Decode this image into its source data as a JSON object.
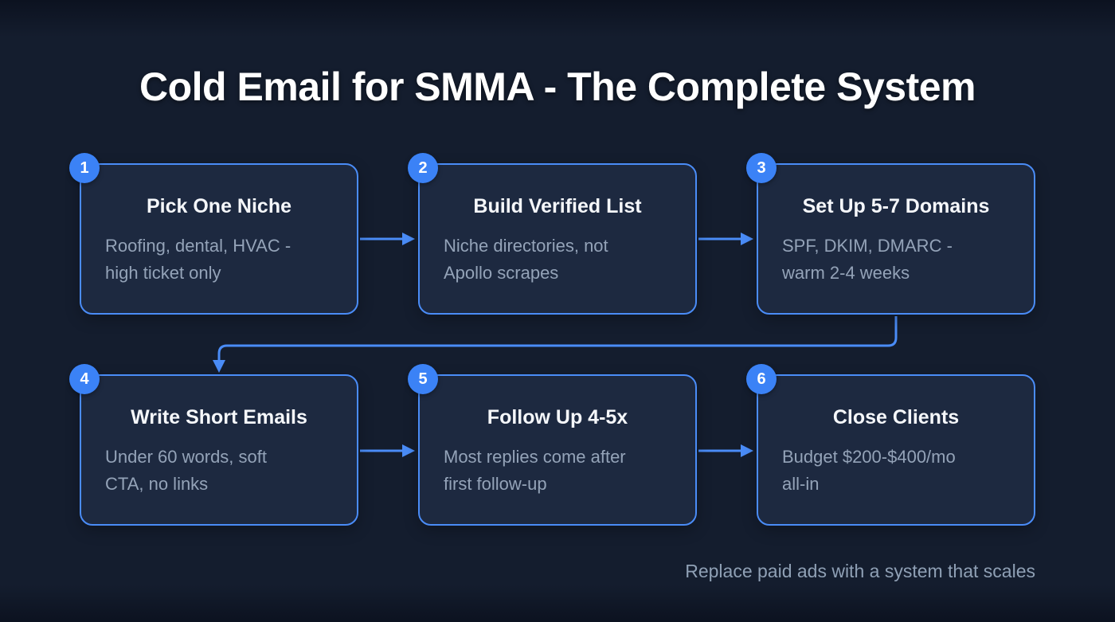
{
  "title": "Cold Email for SMMA - The Complete System",
  "steps": [
    {
      "number": "1",
      "title": "Pick One Niche",
      "description": "Roofing, dental, HVAC -\nhigh ticket only"
    },
    {
      "number": "2",
      "title": "Build Verified List",
      "description": "Niche directories, not\nApollo scrapes"
    },
    {
      "number": "3",
      "title": "Set Up 5-7 Domains",
      "description": "SPF, DKIM, DMARC -\nwarm 2-4 weeks"
    },
    {
      "number": "4",
      "title": "Write Short Emails",
      "description": "Under 60 words, soft\nCTA, no links"
    },
    {
      "number": "5",
      "title": "Follow Up 4-5x",
      "description": "Most replies come after\nfirst follow-up"
    },
    {
      "number": "6",
      "title": "Close Clients",
      "description": "Budget $200-$400/mo\nall-in"
    }
  ],
  "footer": "Replace paid ads with a system that scales",
  "colors": {
    "background": "#141d2e",
    "background_edge": "#0c1220",
    "box_fill": "#1d2940",
    "box_border": "#4a8cf7",
    "accent": "#3b82f6",
    "title_text": "#ffffff",
    "body_text": "#94a3b8",
    "footer_text": "#8fa0b5"
  }
}
